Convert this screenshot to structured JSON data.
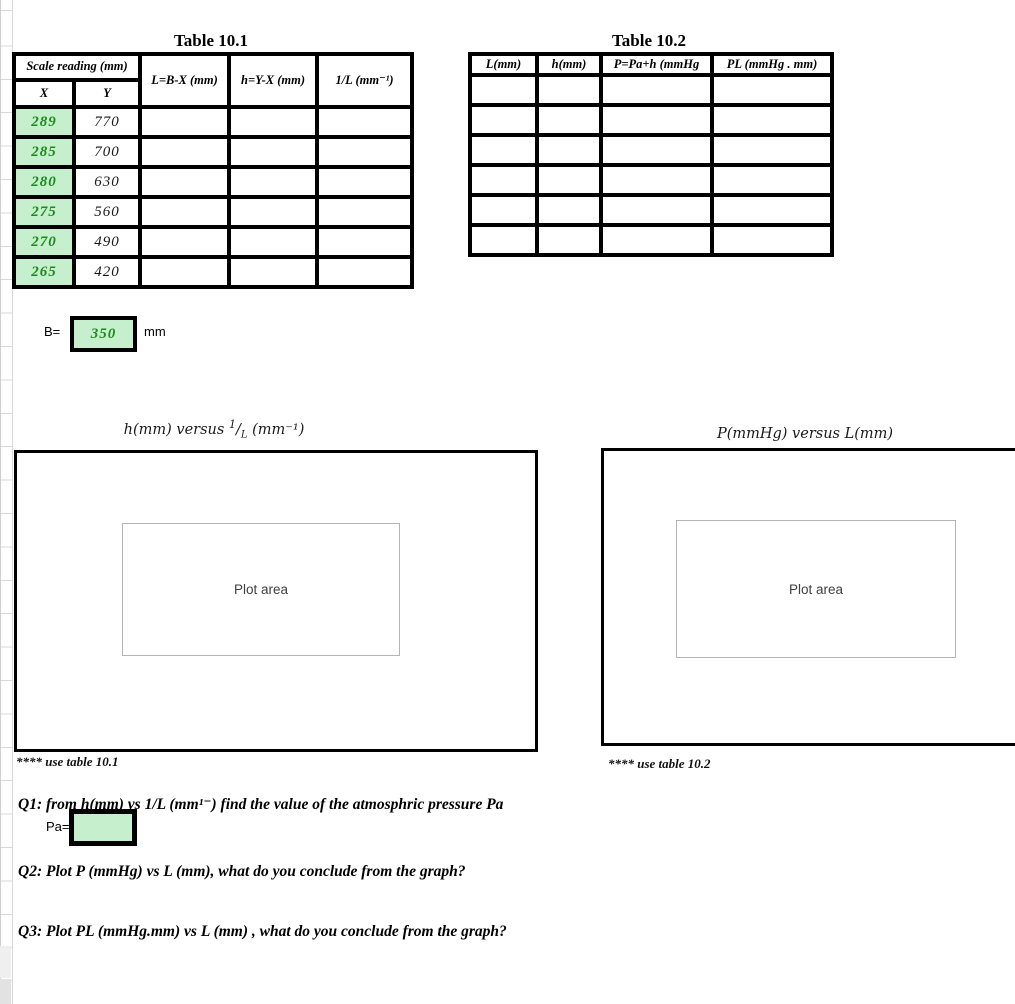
{
  "table1": {
    "title": "Table 10.1",
    "merged_header": "Scale reading (mm)",
    "sub_headers": [
      "X",
      "Y"
    ],
    "calc_headers": [
      "L=B-X (mm)",
      "h=Y-X (mm)",
      "1/L (mm⁻¹)"
    ],
    "rows": [
      {
        "x": "289",
        "y": "770"
      },
      {
        "x": "285",
        "y": "700"
      },
      {
        "x": "280",
        "y": "630"
      },
      {
        "x": "275",
        "y": "560"
      },
      {
        "x": "270",
        "y": "490"
      },
      {
        "x": "265",
        "y": "420"
      }
    ],
    "b_label": "B=",
    "b_value": "350",
    "b_unit": "mm"
  },
  "table2": {
    "title": "Table 10.2",
    "headers": [
      "L(mm)",
      "h(mm)",
      "P=Pa+h (mmHg",
      "PL (mmHg . mm)"
    ]
  },
  "chart1": {
    "title_prefix": "h(mm) versus ",
    "frac_numerator": "1",
    "frac_slash": "/",
    "frac_denominator": "L",
    "title_suffix": " (mm⁻¹)",
    "plot_label": "Plot area",
    "note": "**** use table 10.1"
  },
  "chart2": {
    "title": "P(mmHg) versus L(mm)",
    "plot_label": "Plot area",
    "note": "**** use table 10.2"
  },
  "questions": {
    "q1": "Q1: from h(mm) vs 1/L (mm¹⁻) find the value of the atmosphric pressure Pa",
    "pa_label": "Pa=",
    "pa_value": "",
    "q2": "Q2: Plot P (mmHg) vs L (mm), what do you conclude from the graph?",
    "q3": "Q3: Plot PL (mmHg.mm) vs L (mm) , what do you conclude from the graph?"
  },
  "colors": {
    "cell_green_bg": "#c6efce",
    "cell_green_text": "#1b8a1b",
    "grid_line": "#d8d8d8",
    "plot_border": "#b5b5b5"
  }
}
